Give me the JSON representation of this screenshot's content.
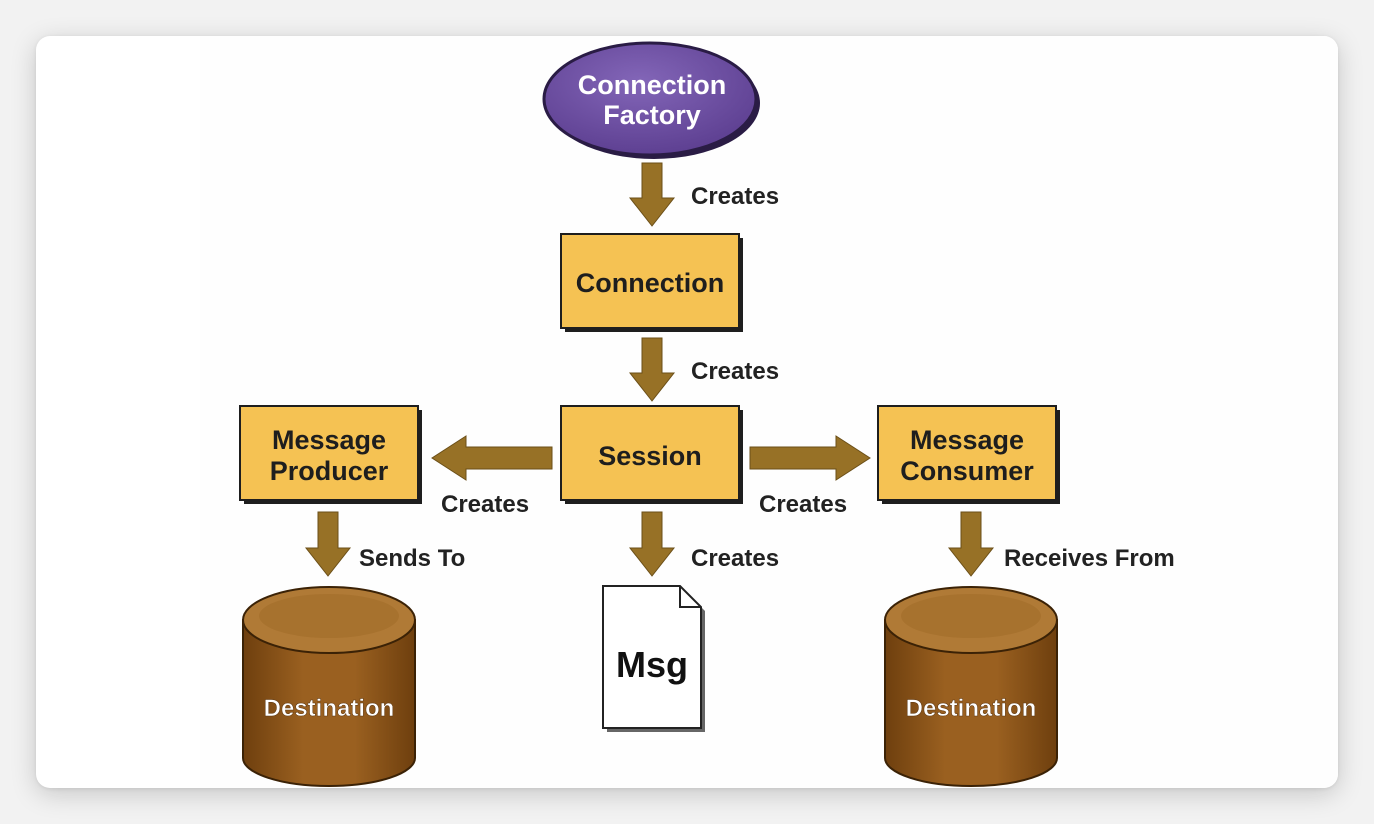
{
  "diagram": {
    "nodes": {
      "connection_factory": {
        "line1": "Connection",
        "line2": "Factory"
      },
      "connection": {
        "label": "Connection"
      },
      "session": {
        "label": "Session"
      },
      "message_producer": {
        "line1": "Message",
        "line2": "Producer"
      },
      "message_consumer": {
        "line1": "Message",
        "line2": "Consumer"
      },
      "msg": {
        "label": "Msg"
      },
      "destination_left": {
        "label": "Destination"
      },
      "destination_right": {
        "label": "Destination"
      }
    },
    "edges": {
      "factory_to_connection": "Creates",
      "connection_to_session": "Creates",
      "session_to_producer": "Creates",
      "session_to_consumer": "Creates",
      "session_to_msg": "Creates",
      "producer_to_destination": "Sends To",
      "consumer_from_destination": "Receives From"
    }
  },
  "colors": {
    "box_fill": "#f5c253",
    "ellipse_fill": "#6f4ea3",
    "arrow_fill": "#977126",
    "cylinder_body": "#8d5517",
    "cylinder_top": "#b07a36"
  }
}
